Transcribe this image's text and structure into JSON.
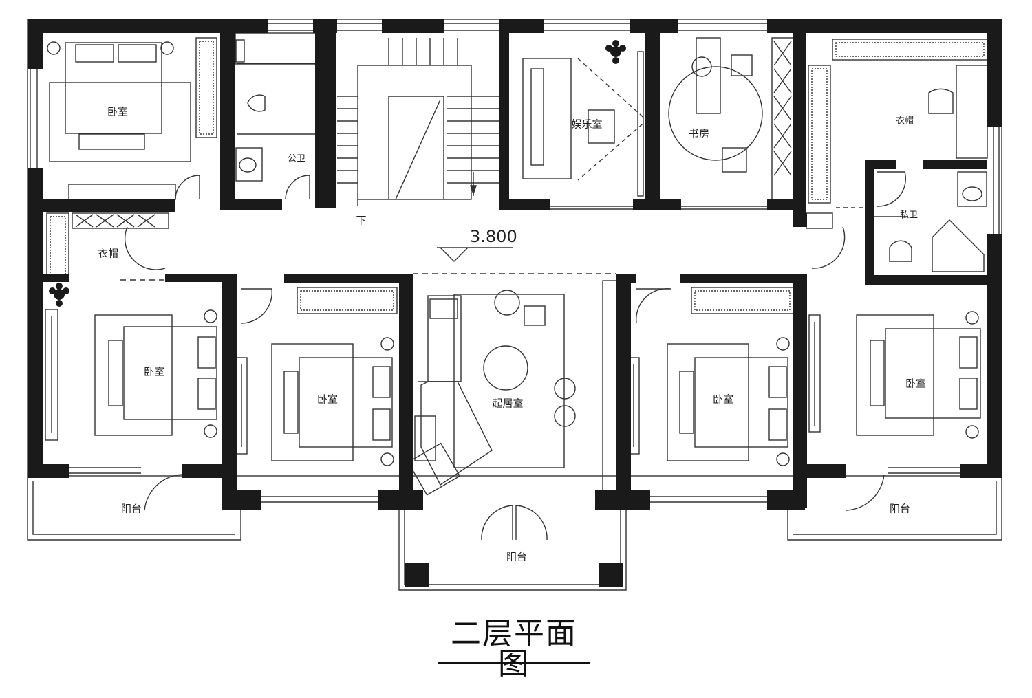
{
  "title": "二层平面图",
  "level_mark": "3.800",
  "stair_direction": "下",
  "rooms": {
    "bedroom_nw": "卧室",
    "public_bath": "公卫",
    "entertainment": "娱乐室",
    "study": "书房",
    "closet_ne": "衣帽",
    "private_bath": "私卫",
    "closet_w": "衣帽",
    "bedroom_w": "卧室",
    "bedroom_cw": "卧室",
    "living": "起居室",
    "bedroom_ce": "卧室",
    "bedroom_e": "卧室",
    "balcony_w": "阳台",
    "balcony_c": "阳台",
    "balcony_e": "阳台"
  },
  "colors": {
    "wall": "#1a1a1a",
    "line": "#333333",
    "background": "#ffffff"
  }
}
